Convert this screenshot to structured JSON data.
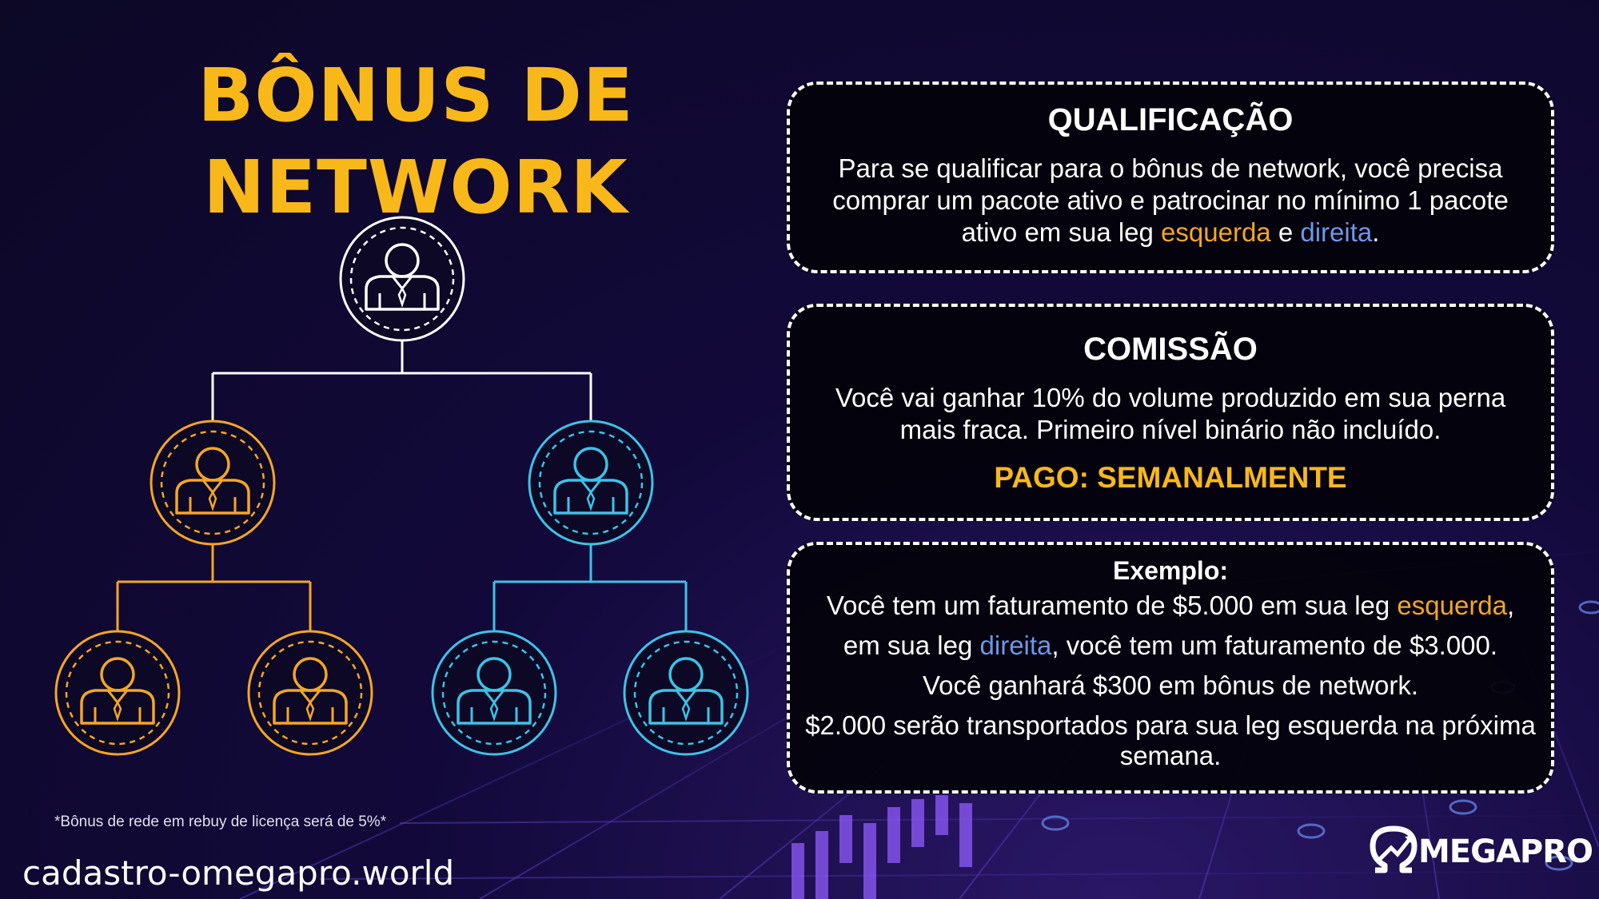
{
  "title": {
    "line1": "BÔNUS DE",
    "line2": "NETWORK"
  },
  "colors": {
    "gold": "#f9b81a",
    "orange": "#f5a623",
    "blue": "#3cc3e6",
    "white": "#ffffff"
  },
  "tree": {
    "root": "person-icon-white",
    "left_branch": "person-icon-orange",
    "right_branch": "person-icon-blue"
  },
  "qualificacao": {
    "heading": "QUALIFICAÇÃO",
    "line1": "Para se qualificar para o bônus de network, você precisa",
    "line2": "comprar um pacote ativo e patrocinar no mínimo 1 pacote",
    "line3_pre": "ativo em sua leg ",
    "left": "esquerda",
    "and": " e ",
    "right": "direita",
    "end": "."
  },
  "comissao": {
    "heading": "COMISSÃO",
    "line1": "Você vai ganhar 10% do volume produzido em sua perna",
    "line2": "mais fraca. Primeiro nível binário não incluído.",
    "paid": "PAGO: SEMANALMENTE"
  },
  "exemplo": {
    "heading": "Exemplo:",
    "l1_pre": "Você tem um faturamento de $5.000 em sua leg ",
    "l1_left": "esquerda",
    "l1_end": ",",
    "l2_pre": "em sua leg ",
    "l2_right": "direita",
    "l2_end": ", você tem um faturamento de $3.000.",
    "l3": "Você ganhará $300 em bônus de network.",
    "l4": "$2.000 serão transportados para sua leg esquerda na próxima",
    "l5": "semana."
  },
  "footnote": "*Bônus de rede em rebuy de licença será de 5%*",
  "url": "cadastro-omegapro.world",
  "logo": {
    "text": "MEGAPRO",
    "icon": "omega-logo-icon"
  }
}
